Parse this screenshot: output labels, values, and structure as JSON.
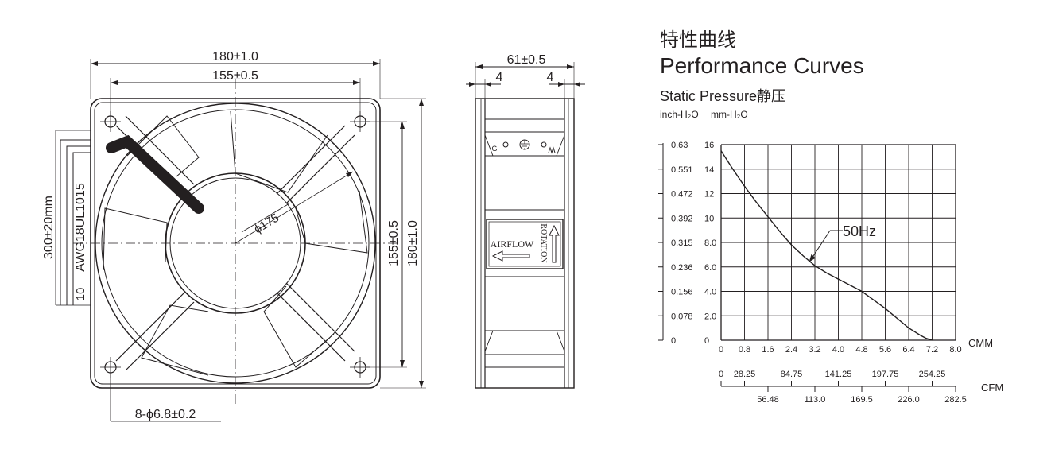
{
  "front_view": {
    "dim_outer_width": "180±1.0",
    "dim_hole_spacing_width": "155±0.5",
    "dim_outer_height": "180±1.0",
    "dim_hole_spacing_height": "155±0.5",
    "dim_hub_diameter": "ϕ175",
    "dim_lead_length": "300±20mm",
    "lead_wire_label": "AWG18UL1015",
    "lead_wire_stub": "10",
    "mounting_holes_note": "8-ϕ6.8±0.2"
  },
  "side_view": {
    "dim_depth": "61±0.5",
    "dim_flange_left": "4",
    "dim_flange_right": "4",
    "ground_left": "G",
    "airflow_label": "AIRFLOW",
    "rotation_label": "ROTATION"
  },
  "title": {
    "cn": "特性曲线",
    "en": "Performance Curves"
  },
  "y_axis": {
    "title": "Static  Pressure静压",
    "units_left": "inch-H₂O",
    "units_right": "mm-H₂O"
  },
  "x_axis": {
    "unit_cmm": "CMM",
    "unit_cfm": "CFM"
  },
  "chart_data": {
    "type": "line",
    "title": "Performance Curves",
    "xlabel": "CMM",
    "ylabel": "Static Pressure (mm-H2O)",
    "xlim": [
      0,
      8.0
    ],
    "ylim": [
      0,
      16
    ],
    "grid": true,
    "x_ticks_cmm": [
      "0",
      "0.8",
      "1.6",
      "2.4",
      "3.2",
      "4.0",
      "4.8",
      "5.6",
      "6.4",
      "7.2",
      "8.0"
    ],
    "y_ticks_mm": [
      "16",
      "14",
      "12",
      "10",
      "8.0",
      "6.0",
      "4.0",
      "2.0",
      "0"
    ],
    "y_ticks_inch": [
      "0.63",
      "0.551",
      "0.472",
      "0.392",
      "0.315",
      "0.236",
      "0.156",
      "0.078",
      "0"
    ],
    "cfm_ticks_top": [
      "0",
      "28.25",
      "84.75",
      "141.25",
      "197.75",
      "254.25"
    ],
    "cfm_ticks_bottom": [
      "56.48",
      "113.0",
      "169.5",
      "226.0",
      "282.5"
    ],
    "series": [
      {
        "name": "50Hz",
        "x": [
          0,
          0.4,
          0.8,
          1.2,
          1.6,
          2.0,
          2.4,
          2.8,
          3.2,
          3.6,
          4.0,
          4.4,
          4.8,
          5.2,
          5.6,
          6.0,
          6.4,
          6.8,
          7.0,
          7.2
        ],
        "y": [
          15.5,
          14.0,
          12.6,
          11.3,
          10.1,
          8.9,
          7.8,
          6.9,
          6.1,
          5.5,
          5.0,
          4.5,
          4.0,
          3.3,
          2.6,
          1.8,
          1.0,
          0.4,
          0.15,
          0
        ]
      }
    ],
    "annotation": "50Hz"
  }
}
